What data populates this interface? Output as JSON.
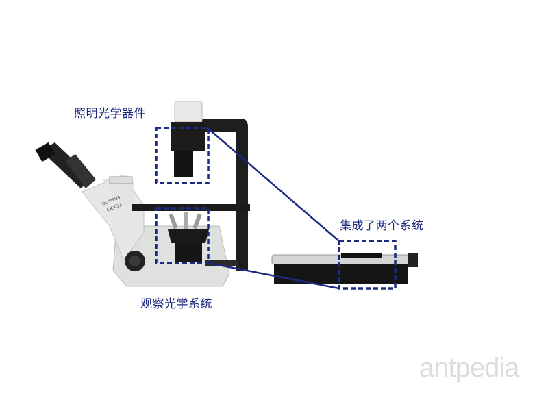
{
  "labels": {
    "illumination": "照明光学器件",
    "observation": "观察光学系统",
    "integrated": "集成了两个系统"
  },
  "product": {
    "brand": "OLYMPUS",
    "model": "CKX53"
  },
  "watermark": "antpedia",
  "colors": {
    "annotation": "#1b2a80",
    "body": "#e4e6e3",
    "black": "#1a1a1a"
  }
}
